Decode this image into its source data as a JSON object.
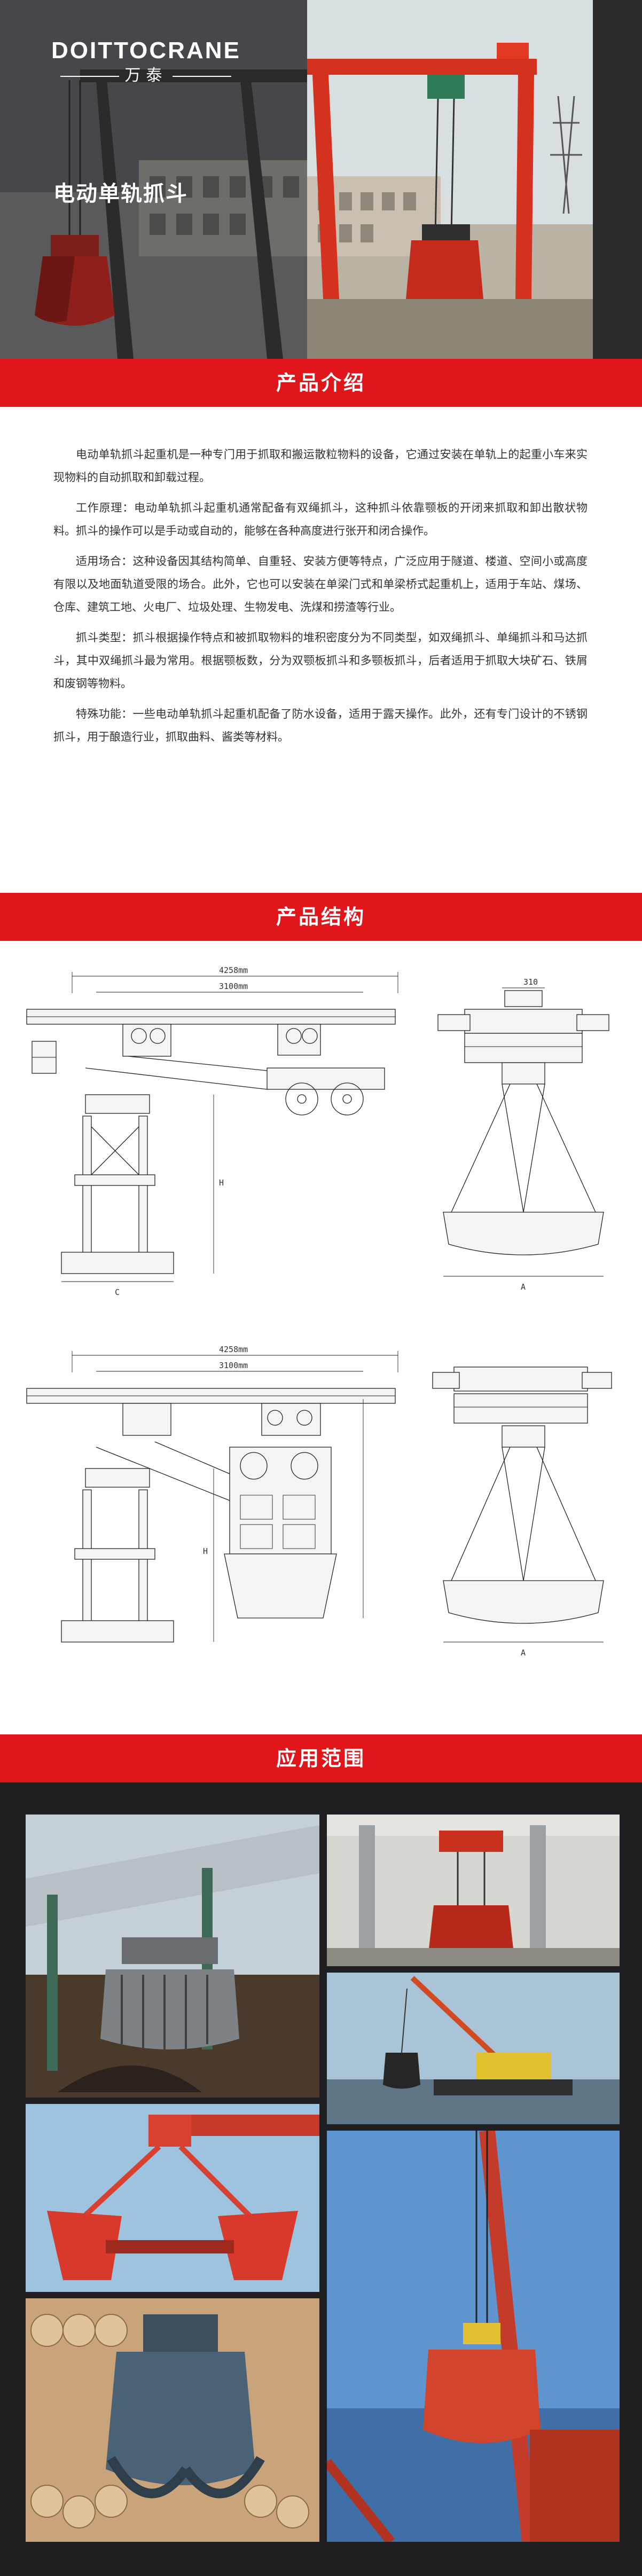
{
  "hero": {
    "logo_en": "DOITTOCRANE",
    "logo_cn": "万泰",
    "title": "电动单轨抓斗"
  },
  "sections": {
    "intro_title": "产品介绍",
    "structure_title": "产品结构",
    "application_title": "应用范围"
  },
  "intro": {
    "paragraphs": [
      "电动单轨抓斗起重机是一种专门用于抓取和搬运散粒物料的设备，它通过安装在单轨上的起重小车来实现物料的自动抓取和卸载过程。",
      "工作原理：电动单轨抓斗起重机通常配备有双绳抓斗，这种抓斗依靠颚板的开闭来抓取和卸出散状物料。抓斗的操作可以是手动或自动的，能够在各种高度进行张开和闭合操作。",
      "适用场合：这种设备因其结构简单、自重轻、安装方便等特点，广泛应用于隧道、楼道、空间小或高度有限以及地面轨道受限的场合。此外，它也可以安装在单梁门式和单梁桥式起重机上，适用于车站、煤场、仓库、建筑工地、火电厂、垃圾处理、生物发电、洗煤和捞渣等行业。",
      "抓斗类型：抓斗根据操作特点和被抓取物料的堆积密度分为不同类型，如双绳抓斗、单绳抓斗和马达抓斗，其中双绳抓斗最为常用。根据颚板数，分为双颚板抓斗和多颚板抓斗，后者适用于抓取大块矿石、铁屑和废钢等物料。",
      "特殊功能：一些电动单轨抓斗起重机配备了防水设备，适用于露天操作。此外，还有专门设计的不锈钢抓斗，用于酿造行业，抓取曲料、酱类等材料。"
    ]
  },
  "drawings": {
    "top": {
      "dim_total": "4258mm",
      "dim_inner": "3100mm",
      "label_h": "H",
      "label_c": "C",
      "label_a": "A",
      "dim_top": "310"
    },
    "bottom": {
      "dim_total": "4258mm",
      "dim_inner": "3100mm",
      "label_h": "H",
      "label_a": "A"
    }
  },
  "colors": {
    "accent": "#e0161b",
    "dark": "#1f1f21",
    "text": "#333333"
  }
}
